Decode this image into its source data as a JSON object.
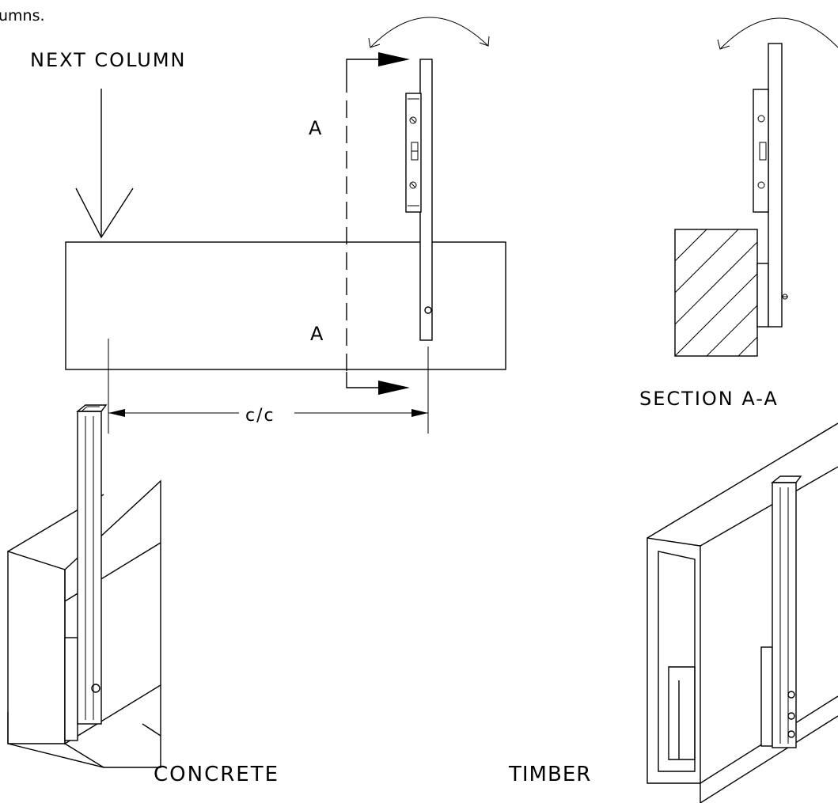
{
  "labels": {
    "intro_fragment": "umns.",
    "next_column": "NEXT COLUMN",
    "section_top": "A",
    "section_bottom": "A",
    "center_to_center": "c/c",
    "section_title": "SECTION A-A",
    "concrete": "CONCRETE",
    "timber": "TIMBER"
  }
}
